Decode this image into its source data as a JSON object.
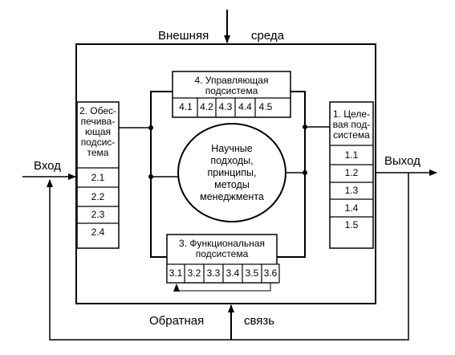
{
  "labels": {
    "external_env_left": "Внешняя",
    "external_env_right": "среда",
    "input": "Вход",
    "output": "Выход",
    "feedback_left": "Обратная",
    "feedback_right": "связь"
  },
  "control_subsystem": {
    "title_line1": "4. Управляющая",
    "title_line2": "подсистема",
    "cells": [
      "4.1",
      "4.2",
      "4.3",
      "4.4",
      "4.5"
    ]
  },
  "support_subsystem": {
    "title_lines": [
      "2. Обес-",
      "печива-",
      "ющая",
      "подсис-",
      "тема"
    ],
    "cells": [
      "2.1",
      "2.2",
      "2.3",
      "2.4"
    ]
  },
  "target_subsystem": {
    "title_lines": [
      "1. Целе-",
      "вая под-",
      "система"
    ],
    "cells": [
      "1.1",
      "1.2",
      "1.3",
      "1.4",
      "1.5"
    ]
  },
  "functional_subsystem": {
    "title_line1": "3.  Функциональная",
    "title_line2": "подсистема",
    "cells": [
      "3.1",
      "3.2",
      "3.3",
      "3.4",
      "3.5",
      "3.6"
    ]
  },
  "center": {
    "lines": [
      "Научные",
      "подходы,",
      "принципы,",
      "методы",
      "менеджмента"
    ]
  }
}
